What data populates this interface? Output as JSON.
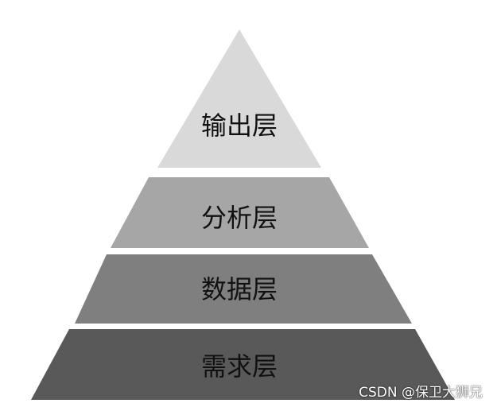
{
  "layers": [
    {
      "label": "输出层",
      "color": "#d9d9d9"
    },
    {
      "label": "分析层",
      "color": "#a6a6a6"
    },
    {
      "label": "数据层",
      "color": "#7f7f7f"
    },
    {
      "label": "需求层",
      "color": "#595959"
    }
  ],
  "watermark": "CSDN @保卫大狮兄"
}
